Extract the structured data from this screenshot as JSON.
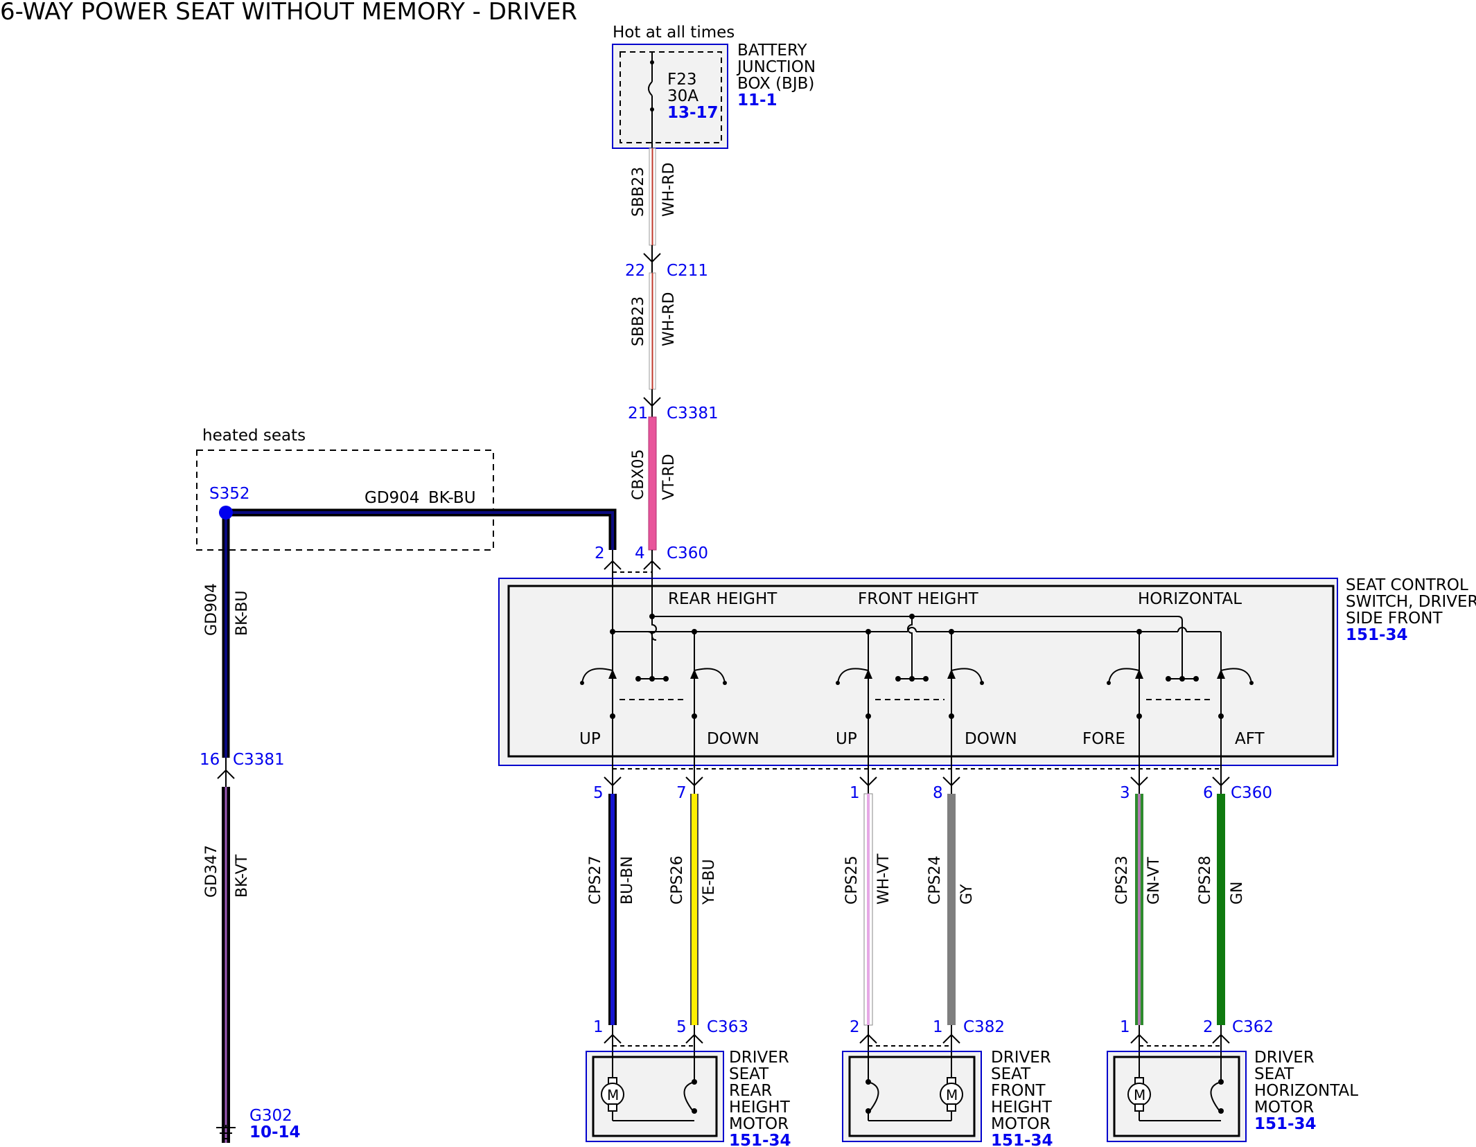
{
  "title": "6-WAY POWER SEAT WITHOUT MEMORY - DRIVER",
  "power": {
    "label": "Hot at all times",
    "fuse": {
      "id": "F23",
      "rating": "30A",
      "ref": "13-17"
    },
    "box": {
      "lines": [
        "BATTERY",
        "JUNCTION",
        "BOX (BJB)"
      ],
      "ref": "11-1"
    }
  },
  "wires": {
    "sbb23_a": {
      "circuit": "SBB23",
      "color": "WH-RD"
    },
    "sbb23_b": {
      "circuit": "SBB23",
      "color": "WH-RD"
    },
    "cbx05": {
      "circuit": "CBX05",
      "color": "VT-RD"
    },
    "gd904_h": {
      "circuit": "GD904",
      "color": "BK-BU"
    },
    "gd904_v": {
      "circuit": "GD904",
      "color": "BK-BU"
    },
    "gd347": {
      "circuit": "GD347",
      "color": "BK-VT"
    },
    "cps27": {
      "circuit": "CPS27",
      "color": "BU-BN"
    },
    "cps26": {
      "circuit": "CPS26",
      "color": "YE-BU"
    },
    "cps25": {
      "circuit": "CPS25",
      "color": "WH-VT"
    },
    "cps24": {
      "circuit": "CPS24",
      "color": "GY"
    },
    "cps23": {
      "circuit": "CPS23",
      "color": "GN-VT"
    },
    "cps28": {
      "circuit": "CPS28",
      "color": "GN"
    }
  },
  "connectors": {
    "c211": {
      "name": "C211",
      "pin": "22"
    },
    "c3381_top": {
      "name": "C3381",
      "pin": "21"
    },
    "c360_top": {
      "name": "C360",
      "pins": [
        "2",
        "4"
      ]
    },
    "c3381_left": {
      "name": "C3381",
      "pin": "16"
    },
    "c360_bottom": {
      "name": "C360",
      "pins": [
        "5",
        "7",
        "1",
        "8",
        "3",
        "6"
      ]
    },
    "c363": {
      "name": "C363",
      "pins": [
        "1",
        "5"
      ]
    },
    "c382": {
      "name": "C382",
      "pins": [
        "2",
        "1"
      ]
    },
    "c362": {
      "name": "C362",
      "pins": [
        "1",
        "2"
      ]
    }
  },
  "splice": {
    "name": "S352",
    "group_label": "heated seats"
  },
  "ground": {
    "name": "G302",
    "ref": "10-14"
  },
  "switch": {
    "name_lines": [
      "SEAT CONTROL",
      "SWITCH, DRIVER",
      "SIDE FRONT"
    ],
    "ref": "151-34",
    "sections": [
      "REAR HEIGHT",
      "FRONT HEIGHT",
      "HORIZONTAL"
    ],
    "positions": [
      "UP",
      "DOWN",
      "UP",
      "DOWN",
      "FORE",
      "AFT"
    ]
  },
  "motors": [
    {
      "lines": [
        "DRIVER",
        "SEAT",
        "REAR",
        "HEIGHT",
        "MOTOR"
      ],
      "ref": "151-34"
    },
    {
      "lines": [
        "DRIVER",
        "SEAT",
        "FRONT",
        "HEIGHT",
        "MOTOR"
      ],
      "ref": "151-34"
    },
    {
      "lines": [
        "DRIVER",
        "SEAT",
        "HORIZONTAL",
        "MOTOR"
      ],
      "ref": "151-34"
    }
  ],
  "wire_colors": {
    "wh_rd": "#c0392b",
    "vt_rd": "#e8559b",
    "bk_bu": "#0a0a80",
    "bk_vt": "#9b59b6",
    "bu": "#1515d0",
    "ye": "#ffee00",
    "wh_vt": "#e6a8e6",
    "gy": "#7f7f7f",
    "gn_vt": "#2e8b2e",
    "gn": "#0f7a0f",
    "blue_accent": "#0000ee"
  }
}
